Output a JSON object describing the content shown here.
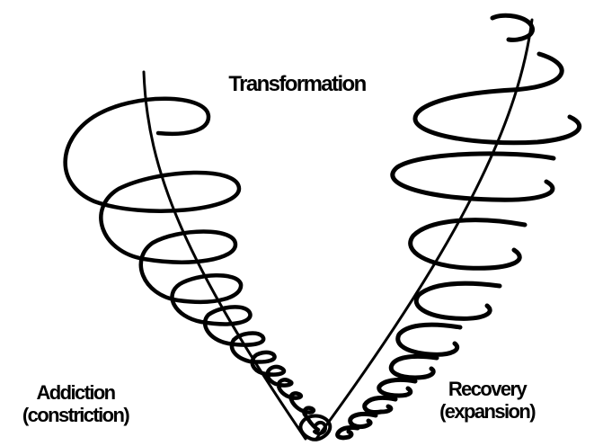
{
  "diagram": {
    "title": "Transformation",
    "left_label": {
      "line1": "Addiction",
      "line2": "(constriction)"
    },
    "right_label": {
      "line1": "Recovery",
      "line2": "(expansion)"
    },
    "colors": {
      "stroke": "#000000",
      "background": "#ffffff"
    }
  }
}
